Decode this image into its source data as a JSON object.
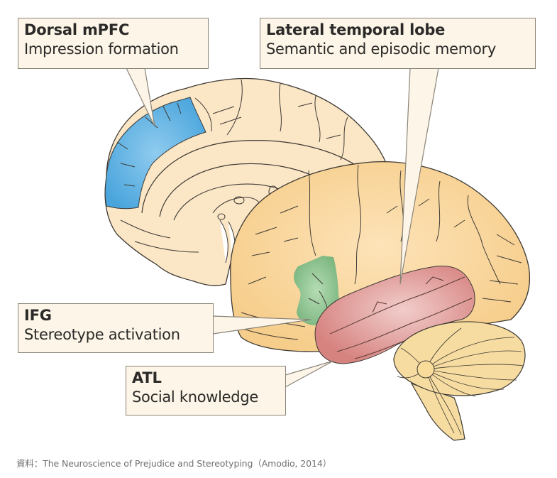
{
  "figure": {
    "regions": [
      {
        "id": "dorsal-mpfc",
        "title": "Dorsal mPFC",
        "function": "Impression formation",
        "color": "#5aaede"
      },
      {
        "id": "lateral-temporal-lobe",
        "title": "Lateral temporal lobe",
        "function": "Semantic and episodic memory",
        "color": "#d98e8a"
      },
      {
        "id": "ifg",
        "title": "IFG",
        "function": "Stereotype activation",
        "color": "#8cc491"
      },
      {
        "id": "atl",
        "title": "ATL",
        "function": "Social knowledge",
        "color": "#d98e8a"
      }
    ],
    "colors": {
      "medial_surface": "#fbe6c6",
      "lateral_surface": "#f8d397",
      "cerebellum": "#f6dca0",
      "label_background": "#fcf5e8",
      "outline": "#3e3a34"
    }
  },
  "caption": "資料：The Neuroscience of Prejudice and Stereotyping（Amodio, 2014）"
}
